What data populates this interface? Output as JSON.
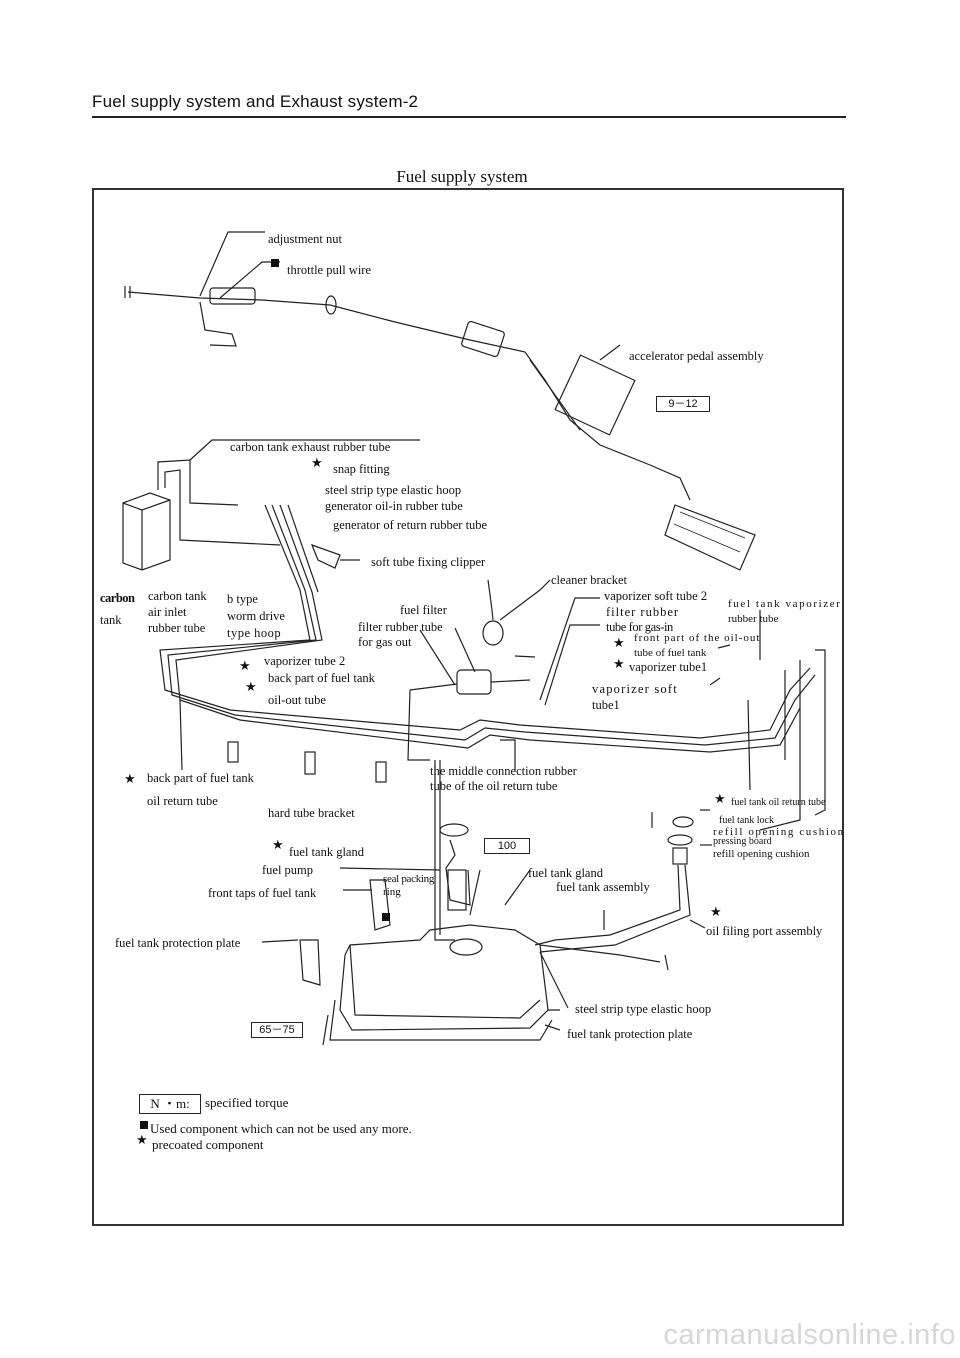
{
  "header": {
    "text": "Fuel supply system and Exhaust system-2"
  },
  "title": "Fuel supply system",
  "labels": {
    "adjustment_nut": "adjustment nut",
    "throttle_pull_wire": "throttle pull wire",
    "accelerator_pedal_assembly": "accelerator pedal assembly",
    "carbon_tank_exhaust_rubber_tube": "carbon tank exhaust rubber tube",
    "snap_fitting": "snap fitting",
    "steel_strip_elastic_hoop_top": "steel strip type elastic hoop",
    "generator_oil_in_rubber_tube": "generator oil-in rubber tube",
    "generator_of_return_rubber_tube": "generator of return rubber tube",
    "soft_tube_fixing_clipper": "soft tube fixing clipper",
    "cleaner_bracket": "cleaner bracket",
    "carbon_1": "carbon",
    "carbon_2": "tank",
    "carbon_tank_air_inlet_1": "carbon tank",
    "carbon_tank_air_inlet_2": "air inlet",
    "carbon_tank_air_inlet_3": "rubber tube",
    "b_type_1": "b type",
    "b_type_2": "worm drive",
    "b_type_3": "type hoop",
    "fuel_filter": "fuel filter",
    "filter_rubber_tube_out_1": "filter rubber tube",
    "filter_rubber_tube_out_2": "for gas out",
    "vaporizer_soft_tube_2": "vaporizer soft tube 2",
    "filter_rubber_in_1": "filter rubber",
    "filter_rubber_in_2": "tube for gas-in",
    "fuel_tank_vaporizer_1": "fuel tank vaporizer",
    "fuel_tank_vaporizer_2": "rubber tube",
    "front_part_oil_out_1": "front part of the oil-out",
    "front_part_oil_out_2": "tube of fuel tank",
    "vaporizer_tube_1": "vaporizer tube1",
    "vaporizer_soft_1": "vaporizer soft",
    "vaporizer_soft_2": "tube1",
    "vaporizer_tube_2": "vaporizer tube 2",
    "back_part_oil_out_1": "back part of fuel tank",
    "back_part_oil_out_2": "oil-out tube",
    "back_part_return_1": "back part of fuel tank",
    "back_part_return_2": "oil return tube",
    "hard_tube_bracket": "hard tube bracket",
    "middle_connection_1": "the middle connection rubber",
    "middle_connection_2": "tube of the oil return tube",
    "fuel_tank_oil_return_tube": "fuel tank oil return tube",
    "fuel_tank_lock_1": "fuel tank lock",
    "fuel_tank_lock_2": "pressing board",
    "refill_cushion_spaced": "refill opening cushion",
    "refill_cushion": "refill opening cushion",
    "fuel_tank_gland_left": "fuel tank gland",
    "fuel_pump": "fuel pump",
    "seal_packing_1": "seal packing",
    "seal_packing_2": "ring",
    "front_taps": "front taps of fuel tank",
    "fuel_tank_gland_right": "fuel tank gland",
    "fuel_tank_assembly": "fuel tank assembly",
    "oil_filing_port_assembly": "oil filing port assembly",
    "protection_plate_left": "fuel tank protection plate",
    "steel_strip_elastic_hoop_bottom": "steel strip type elastic hoop",
    "protection_plate_right": "fuel tank protection plate"
  },
  "torque_tags": {
    "pedal": "9－12",
    "gland": "100",
    "plate": "65－75"
  },
  "legend": {
    "torque_box": "N ・m:",
    "torque_text": "specified torque",
    "square_text": "Used component which can not be used any more.",
    "star_text": "precoated component"
  },
  "symbols": {
    "star": "★"
  },
  "watermark": "carmanualsonline.info"
}
